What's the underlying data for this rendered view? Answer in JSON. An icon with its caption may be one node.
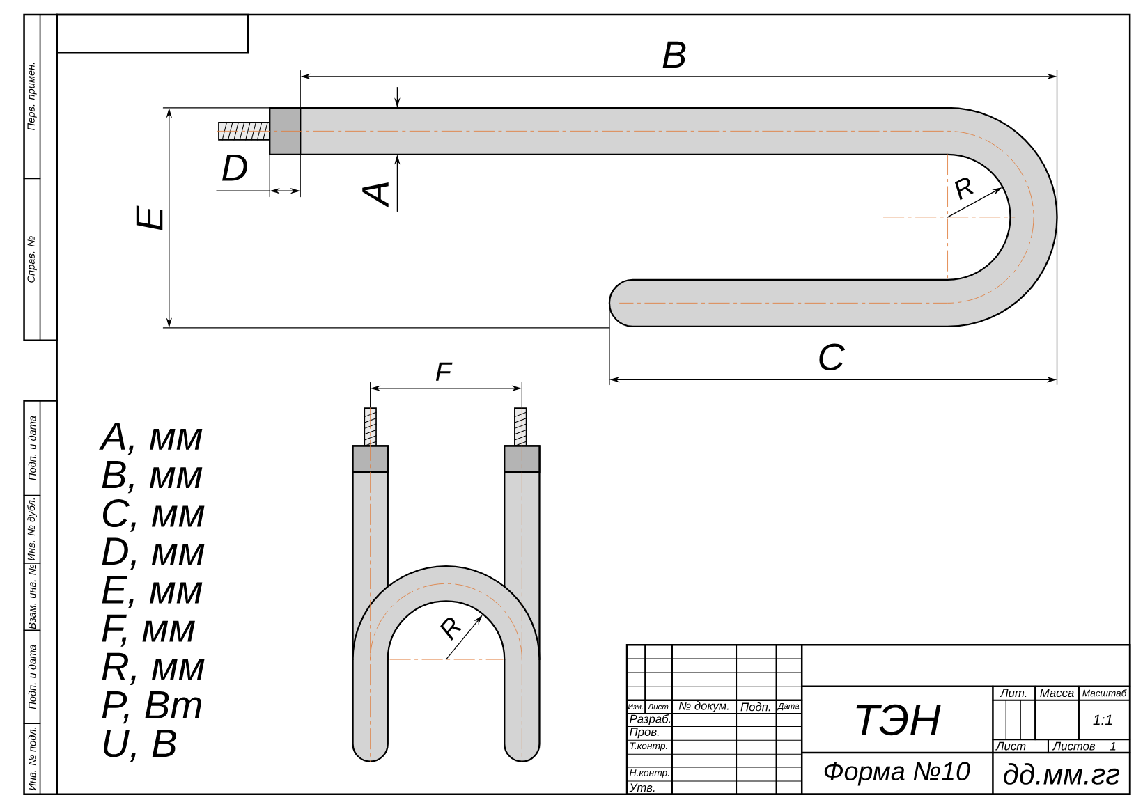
{
  "diagram": {
    "labels": [
      "Перв. примен.",
      "Справ. №",
      "Подп. и дата",
      "Инв. № дубл.",
      "Взам. инв. №",
      "Подп. и дата",
      "Инв. № подл.",
      "B",
      "D",
      "A",
      "E",
      "R",
      "C",
      "F",
      "R",
      "A, мм",
      "B, мм",
      "C, мм",
      "D, мм",
      "E, мм",
      "F, мм",
      "R, мм",
      "P, Вт",
      "U, В",
      "Изм.",
      "Лист",
      "№ докум.",
      "Подп.",
      "Дата",
      "Разраб.",
      "Пров.",
      "Т.контр.",
      "Н.контр.",
      "Утв.",
      "ТЭН",
      "Лит.",
      "Масса",
      "Масштаб",
      "1:1",
      "Лист",
      "Листов",
      "1",
      "Форма №10",
      "дд.мм.гг"
    ]
  }
}
